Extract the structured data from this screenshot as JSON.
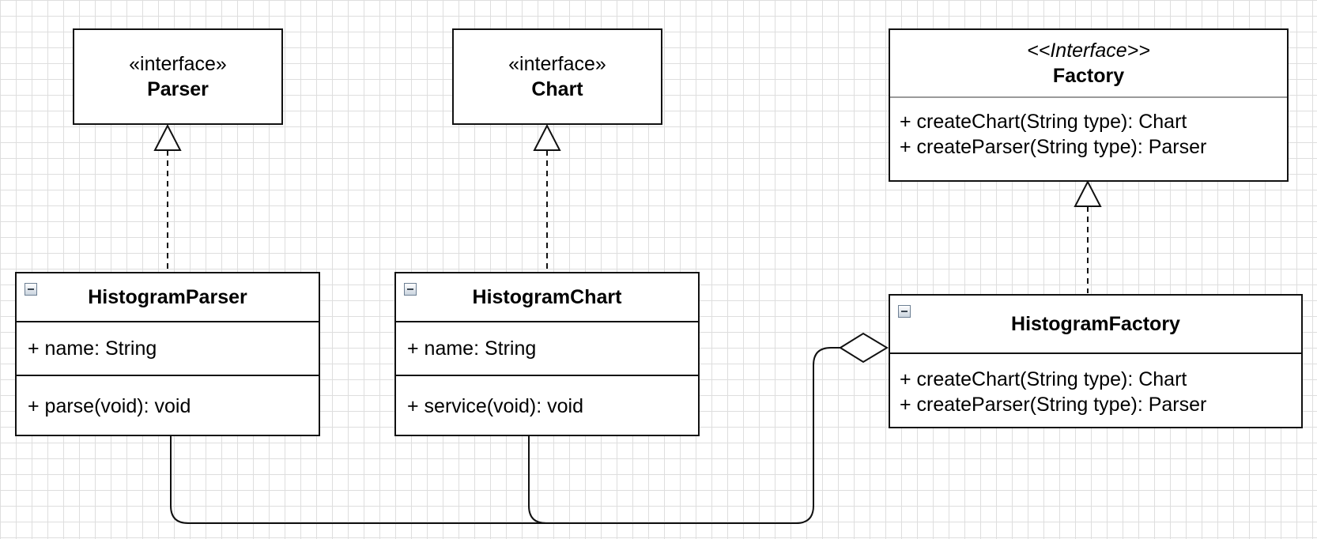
{
  "interfaces": {
    "parser": {
      "stereotype": "«interface»",
      "name": "Parser"
    },
    "chart": {
      "stereotype": "«interface»",
      "name": "Chart"
    },
    "factory": {
      "stereotype": "<<Interface>>",
      "name": "Factory",
      "operations": [
        "+ createChart(String type): Chart",
        "+ createParser(String type): Parser"
      ]
    }
  },
  "classes": {
    "histogram_parser": {
      "name": "HistogramParser",
      "attribute": "+ name: String",
      "operation": "+ parse(void): void"
    },
    "histogram_chart": {
      "name": "HistogramChart",
      "attribute": "+ name: String",
      "operation": "+ service(void): void"
    },
    "histogram_factory": {
      "name": "HistogramFactory",
      "operations": [
        "+ createChart(String type): Chart",
        "+ createParser(String type): Parser"
      ]
    }
  },
  "colors": {
    "line": "#111111",
    "grid": "#dedede",
    "background": "#ffffff"
  }
}
